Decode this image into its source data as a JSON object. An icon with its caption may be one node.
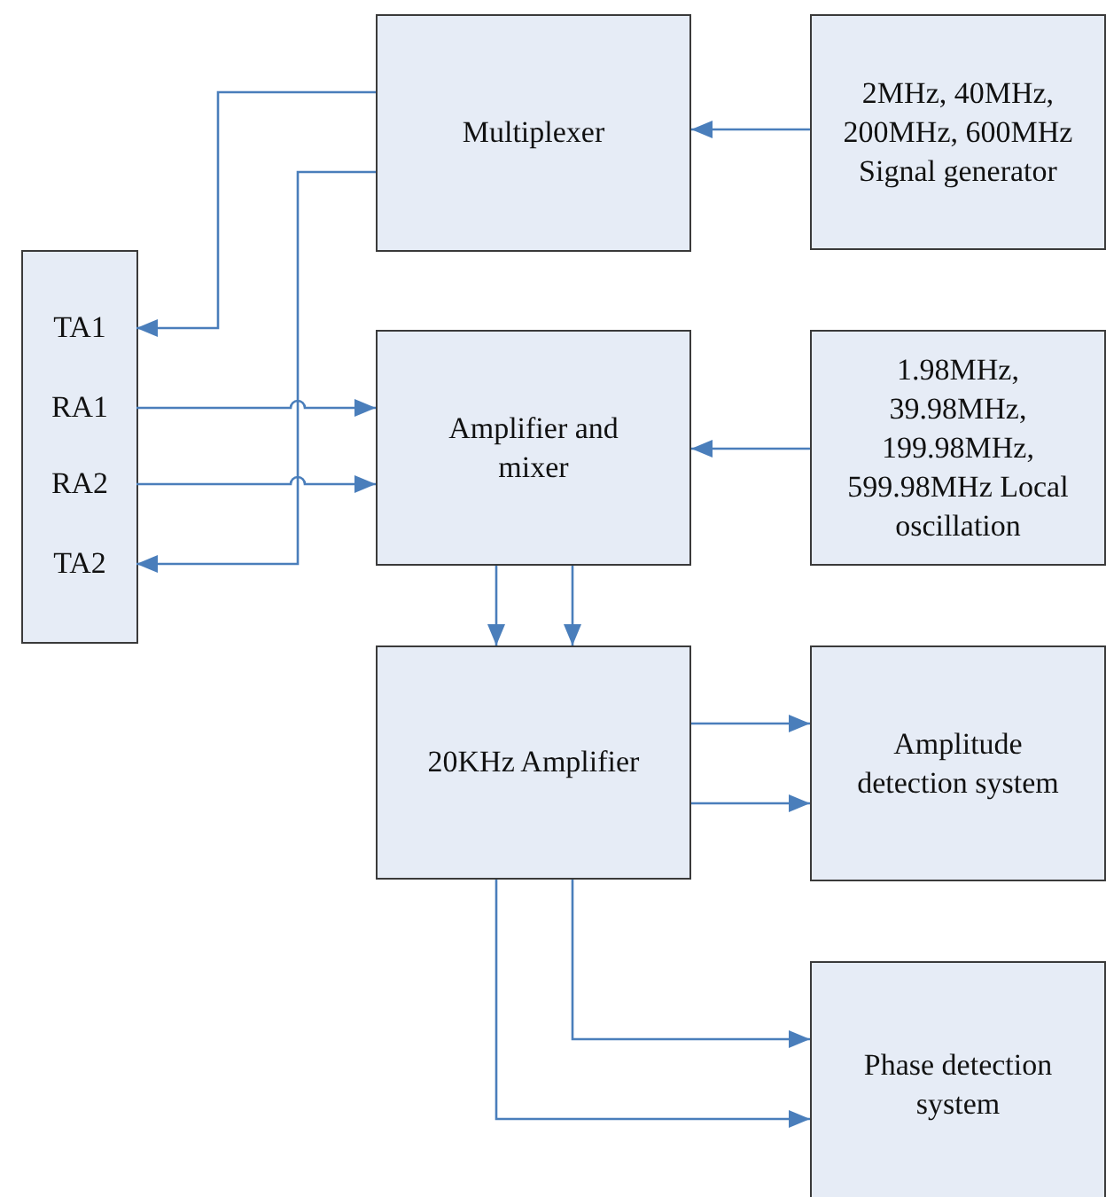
{
  "diagram": {
    "nodes": [
      {
        "text": [
          "Multiplexer"
        ]
      },
      {
        "text": [
          "2MHz, 40MHz, 200MHz, 600MHz Signal generator"
        ]
      },
      {
        "text": [],
        "shape": "box"
      },
      {
        "text": [
          "TA1"
        ],
        "in": 2
      },
      {
        "text": [
          "RA1"
        ],
        "in": 2
      },
      {
        "text": [
          "RA2"
        ],
        "in": 2
      },
      {
        "text": [
          "TA2"
        ],
        "in": 2
      },
      {
        "text": [
          "Amplifier and mixer"
        ]
      },
      {
        "text": [
          "1.98MHz, 39.98MHz, 199.98MHz, 599.98MHz Local oscillation"
        ]
      },
      {
        "text": [
          "20KHz Amplifier"
        ]
      },
      {
        "text": [
          "Amplitude detection system"
        ]
      },
      {
        "text": [
          "Phase detection system"
        ]
      }
    ],
    "edges": [
      {
        "from": 1,
        "to": 0,
        "arrow": "to"
      },
      {
        "from": 0,
        "to": 3,
        "arrow": "to"
      },
      {
        "from": 0,
        "to": 6,
        "arrow": "to"
      },
      {
        "from": 4,
        "to": 7,
        "arrow": "to"
      },
      {
        "from": 5,
        "to": 7,
        "arrow": "to"
      },
      {
        "from": 8,
        "to": 7,
        "arrow": "to"
      },
      {
        "from": 7,
        "to": 9,
        "arrow": "to"
      },
      {
        "from": 7,
        "to": 9,
        "arrow": "to"
      },
      {
        "from": 9,
        "to": 10,
        "arrow": "to"
      },
      {
        "from": 9,
        "to": 10,
        "arrow": "to"
      },
      {
        "from": 9,
        "to": 11,
        "arrow": "to"
      },
      {
        "from": 9,
        "to": 11,
        "arrow": "to"
      }
    ]
  }
}
